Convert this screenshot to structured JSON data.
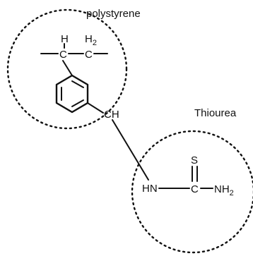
{
  "labels": {
    "polystyrene": "polystyrene",
    "thiourea": "Thiourea",
    "h": "H",
    "c_left": "C",
    "h2_main": "H",
    "h2_sub": "2",
    "c_right": "C",
    "ch": "CH",
    "hn": "HN",
    "s": "S",
    "c_thio": "C",
    "nh2_main": "NH",
    "nh2_sub": "2"
  },
  "colors": {
    "ink": "#111111",
    "background": "#ffffff"
  }
}
